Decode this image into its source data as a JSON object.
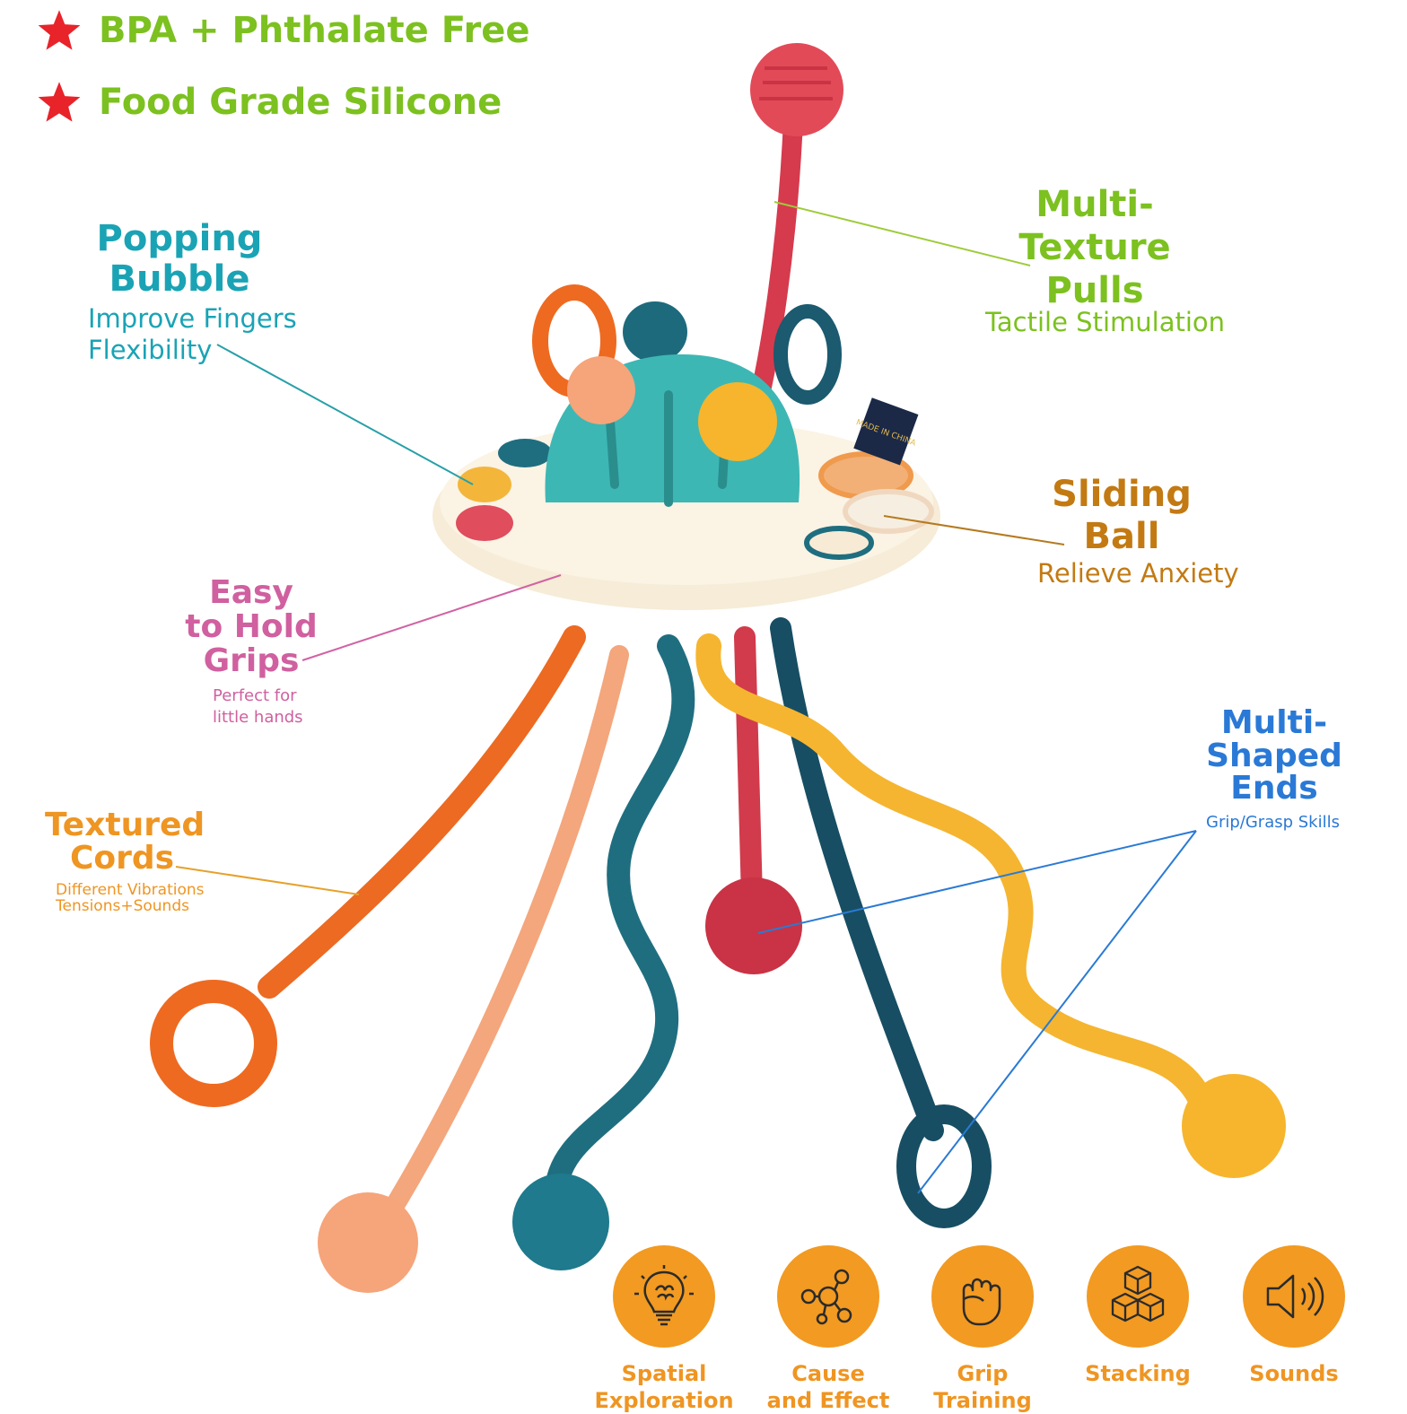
{
  "badges": [
    {
      "text": "BPA + Phthalate Free"
    },
    {
      "text": "Food Grade Silicone"
    }
  ],
  "callouts": {
    "popping": {
      "title_l1": "Popping",
      "title_l2": "Bubble",
      "sub_l1": "Improve Fingers",
      "sub_l2": "Flexibility"
    },
    "pulls": {
      "title_l1": "Multi-",
      "title_l2": "Texture",
      "title_l3": "Pulls",
      "sub": "Tactile Stimulation"
    },
    "sliding": {
      "title_l1": "Sliding",
      "title_l2": "Ball",
      "sub": "Relieve Anxiety"
    },
    "grips": {
      "title_l1": "Easy",
      "title_l2": "to Hold",
      "title_l3": "Grips",
      "sub_l1": "Perfect for",
      "sub_l2": "little hands"
    },
    "ends": {
      "title_l1": "Multi-",
      "title_l2": "Shaped",
      "title_l3": "Ends",
      "sub": "Grip/Grasp Skills"
    },
    "cords": {
      "title_l1": "Textured",
      "title_l2": "Cords",
      "sub_l1": "Different Vibrations",
      "sub_l2": "Tensions+Sounds"
    }
  },
  "product_tag": "MADE IN CHINA",
  "features": [
    {
      "l1": "Spatial",
      "l2": "Exploration",
      "icon": "lightbulb-brain-icon"
    },
    {
      "l1": "Cause",
      "l2": "and Effect",
      "icon": "molecule-icon"
    },
    {
      "l1": "Grip",
      "l2": "Training",
      "icon": "fist-icon"
    },
    {
      "l1": "Stacking",
      "l2": "",
      "icon": "cubes-icon"
    },
    {
      "l1": "Sounds",
      "l2": "",
      "icon": "speaker-icon"
    }
  ],
  "colors": {
    "green": "#7cc11f",
    "teal": "#1aa3b5",
    "brown": "#c37a12",
    "pink": "#d0609f",
    "blue": "#2a79d6",
    "orange": "#ef9522",
    "star": "#e8232a"
  }
}
